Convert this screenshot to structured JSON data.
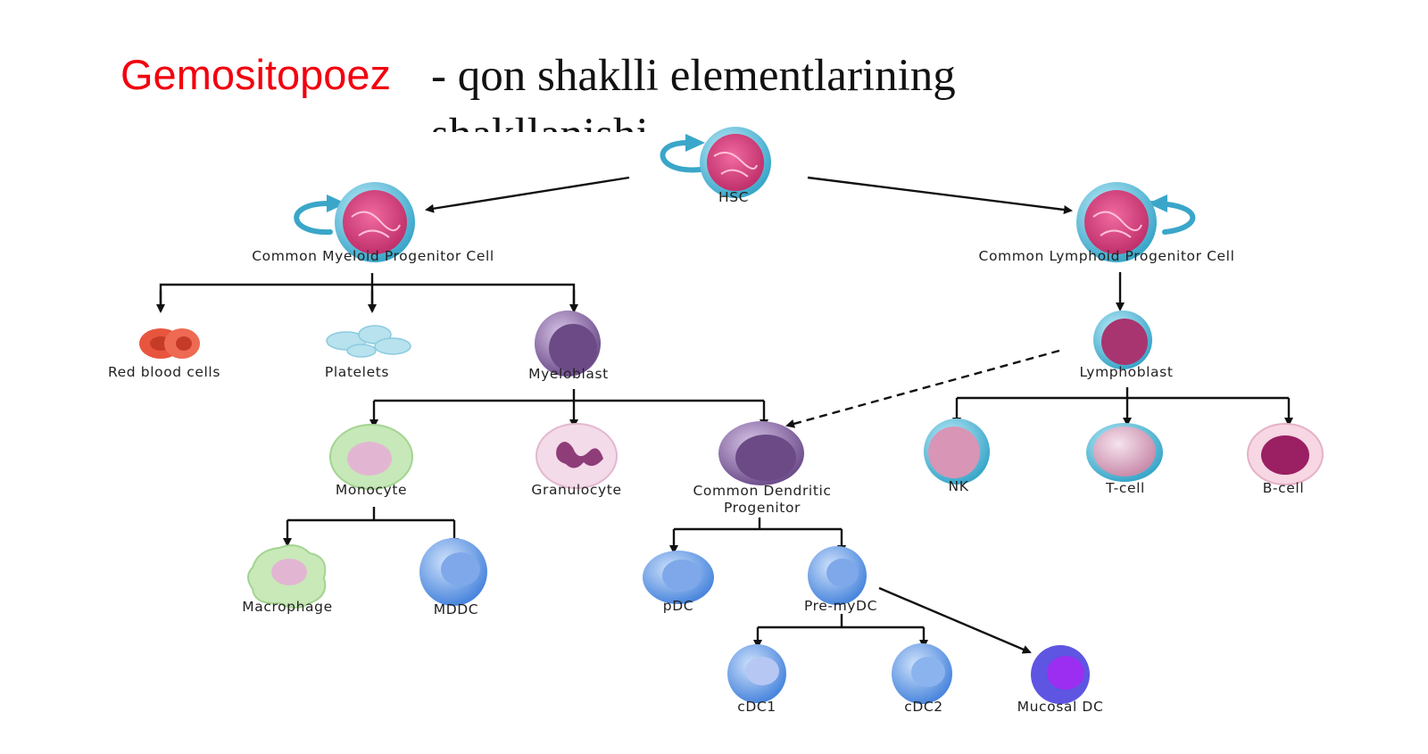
{
  "slide": {
    "title_keyword": "Gemositopoez",
    "title_rest": "- qon shaklli elementlarining shakllanishi"
  },
  "diagram": {
    "nodes": [
      {
        "id": "hsc",
        "label": "HSC"
      },
      {
        "id": "cmp",
        "label": "Common Myeloid Progenitor Cell"
      },
      {
        "id": "clp",
        "label": "Common Lymphoid Progenitor Cell"
      },
      {
        "id": "rbc",
        "label": "Red blood cells"
      },
      {
        "id": "platelets",
        "label": "Platelets"
      },
      {
        "id": "myeloblast",
        "label": "Myeloblast"
      },
      {
        "id": "lymphoblast",
        "label": "Lymphoblast"
      },
      {
        "id": "monocyte",
        "label": "Monocyte"
      },
      {
        "id": "granulocyte",
        "label": "Granulocyte"
      },
      {
        "id": "cdp",
        "label": "Common Dendritic",
        "label2": "Progenitor"
      },
      {
        "id": "nk",
        "label": "NK"
      },
      {
        "id": "tcell",
        "label": "T-cell"
      },
      {
        "id": "bcell",
        "label": "B-cell"
      },
      {
        "id": "macrophage",
        "label": "Macrophage"
      },
      {
        "id": "mddc",
        "label": "MDDC"
      },
      {
        "id": "pdc",
        "label": "pDC"
      },
      {
        "id": "premydc",
        "label": "Pre-myDC"
      },
      {
        "id": "cdc1",
        "label": "cDC1"
      },
      {
        "id": "cdc2",
        "label": "cDC2"
      },
      {
        "id": "mucosal",
        "label": "Mucosal DC"
      }
    ],
    "colors": {
      "stem_ring": "#5fc6e0",
      "stem_core": "#d84a86",
      "rbc": "#e8553f",
      "platelet": "#a9dbe9",
      "blast": "#8d6aa8",
      "monocyte": "#b7e0a6",
      "granulocyte": "#f0d0e2",
      "lymph": "#e7b9cf",
      "bcell": "#9a1f63",
      "dc": "#6ea3e8",
      "mucosal": "#7a1fe0",
      "arrow": "#111111"
    }
  }
}
